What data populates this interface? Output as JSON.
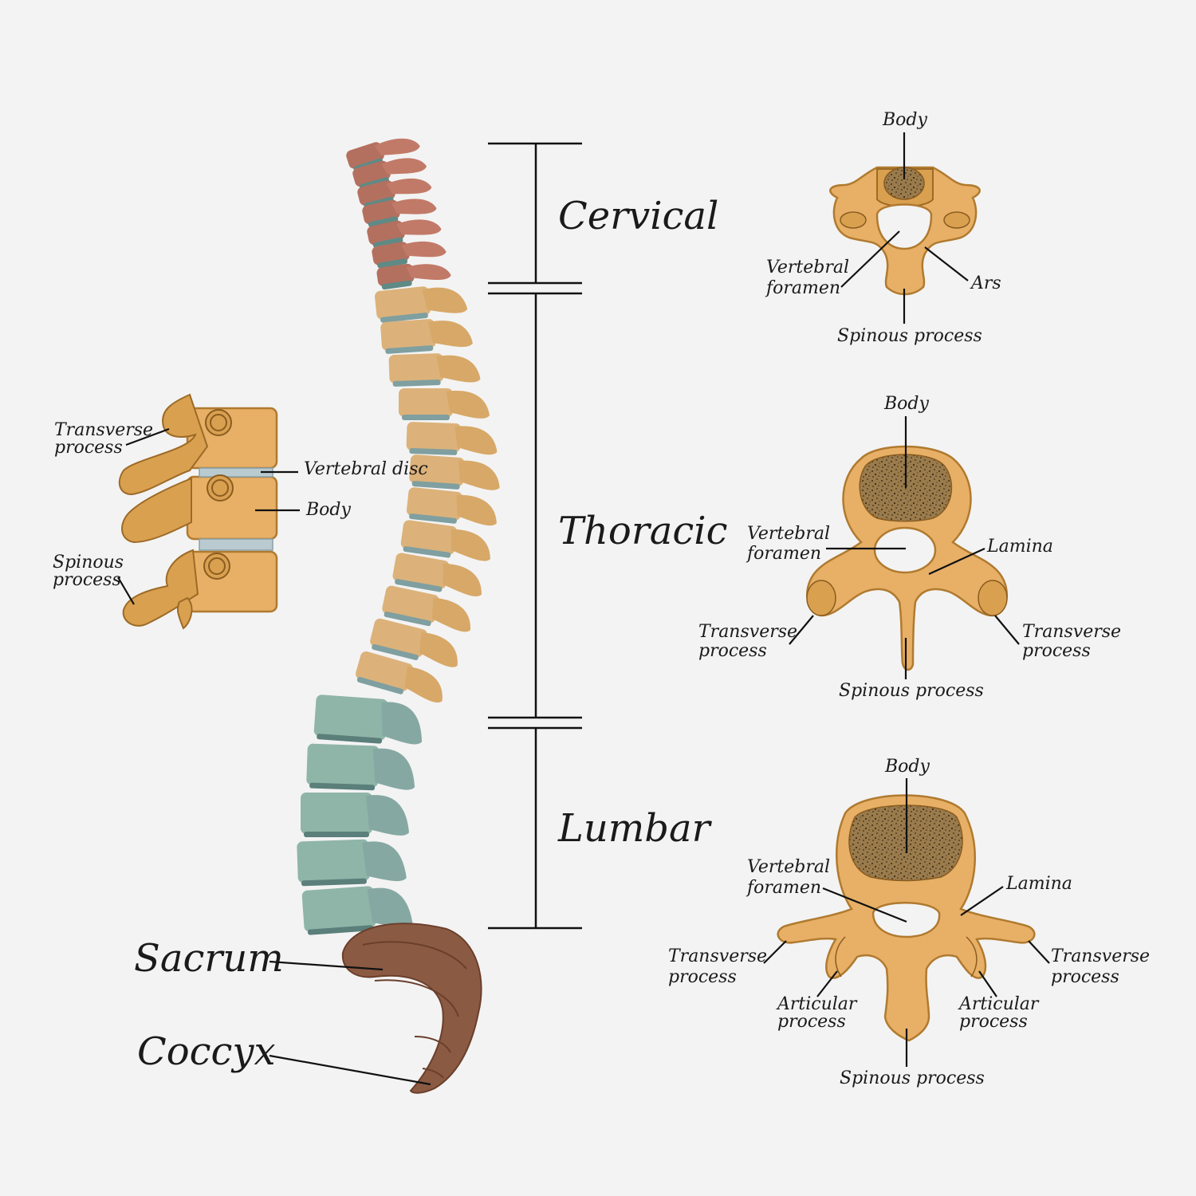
{
  "regions": {
    "cervical": "Cervical",
    "thoracic": "Thoracic",
    "lumbar": "Lumbar",
    "sacrum": "Sacrum",
    "coccyx": "Coccyx"
  },
  "side_view": {
    "transverse_1": "Transverse",
    "transverse_2": "process",
    "vertebral_disc": "Vertebral disc",
    "body": "Body",
    "spinous_1": "Spinous",
    "spinous_2": "process"
  },
  "cervical_view": {
    "body": "Body",
    "foramen_1": "Vertebral",
    "foramen_2": "foramen",
    "ars": "Ars",
    "spinous": "Spinous process"
  },
  "thoracic_view": {
    "body": "Body",
    "foramen_1": "Vertebral",
    "foramen_2": "foramen",
    "lamina": "Lamina",
    "transverse_l1": "Transverse",
    "transverse_l2": "process",
    "transverse_r1": "Transverse",
    "transverse_r2": "process",
    "spinous": "Spinous process"
  },
  "lumbar_view": {
    "body": "Body",
    "foramen_1": "Vertebral",
    "foramen_2": "foramen",
    "lamina": "Lamina",
    "transverse_l1": "Transverse",
    "transverse_l2": "process",
    "transverse_r1": "Transverse",
    "transverse_r2": "process",
    "articular_l1": "Articular",
    "articular_l2": "process",
    "articular_r1": "Articular",
    "articular_r2": "process",
    "spinous": "Spinous process"
  },
  "colors": {
    "cervical": "#b4705f",
    "thoracic": "#dcb27a",
    "lumbar": "#8fb5a8",
    "sacrum": "#8b5a42",
    "bone": "#e7b066",
    "background": "#f3f3f3"
  }
}
